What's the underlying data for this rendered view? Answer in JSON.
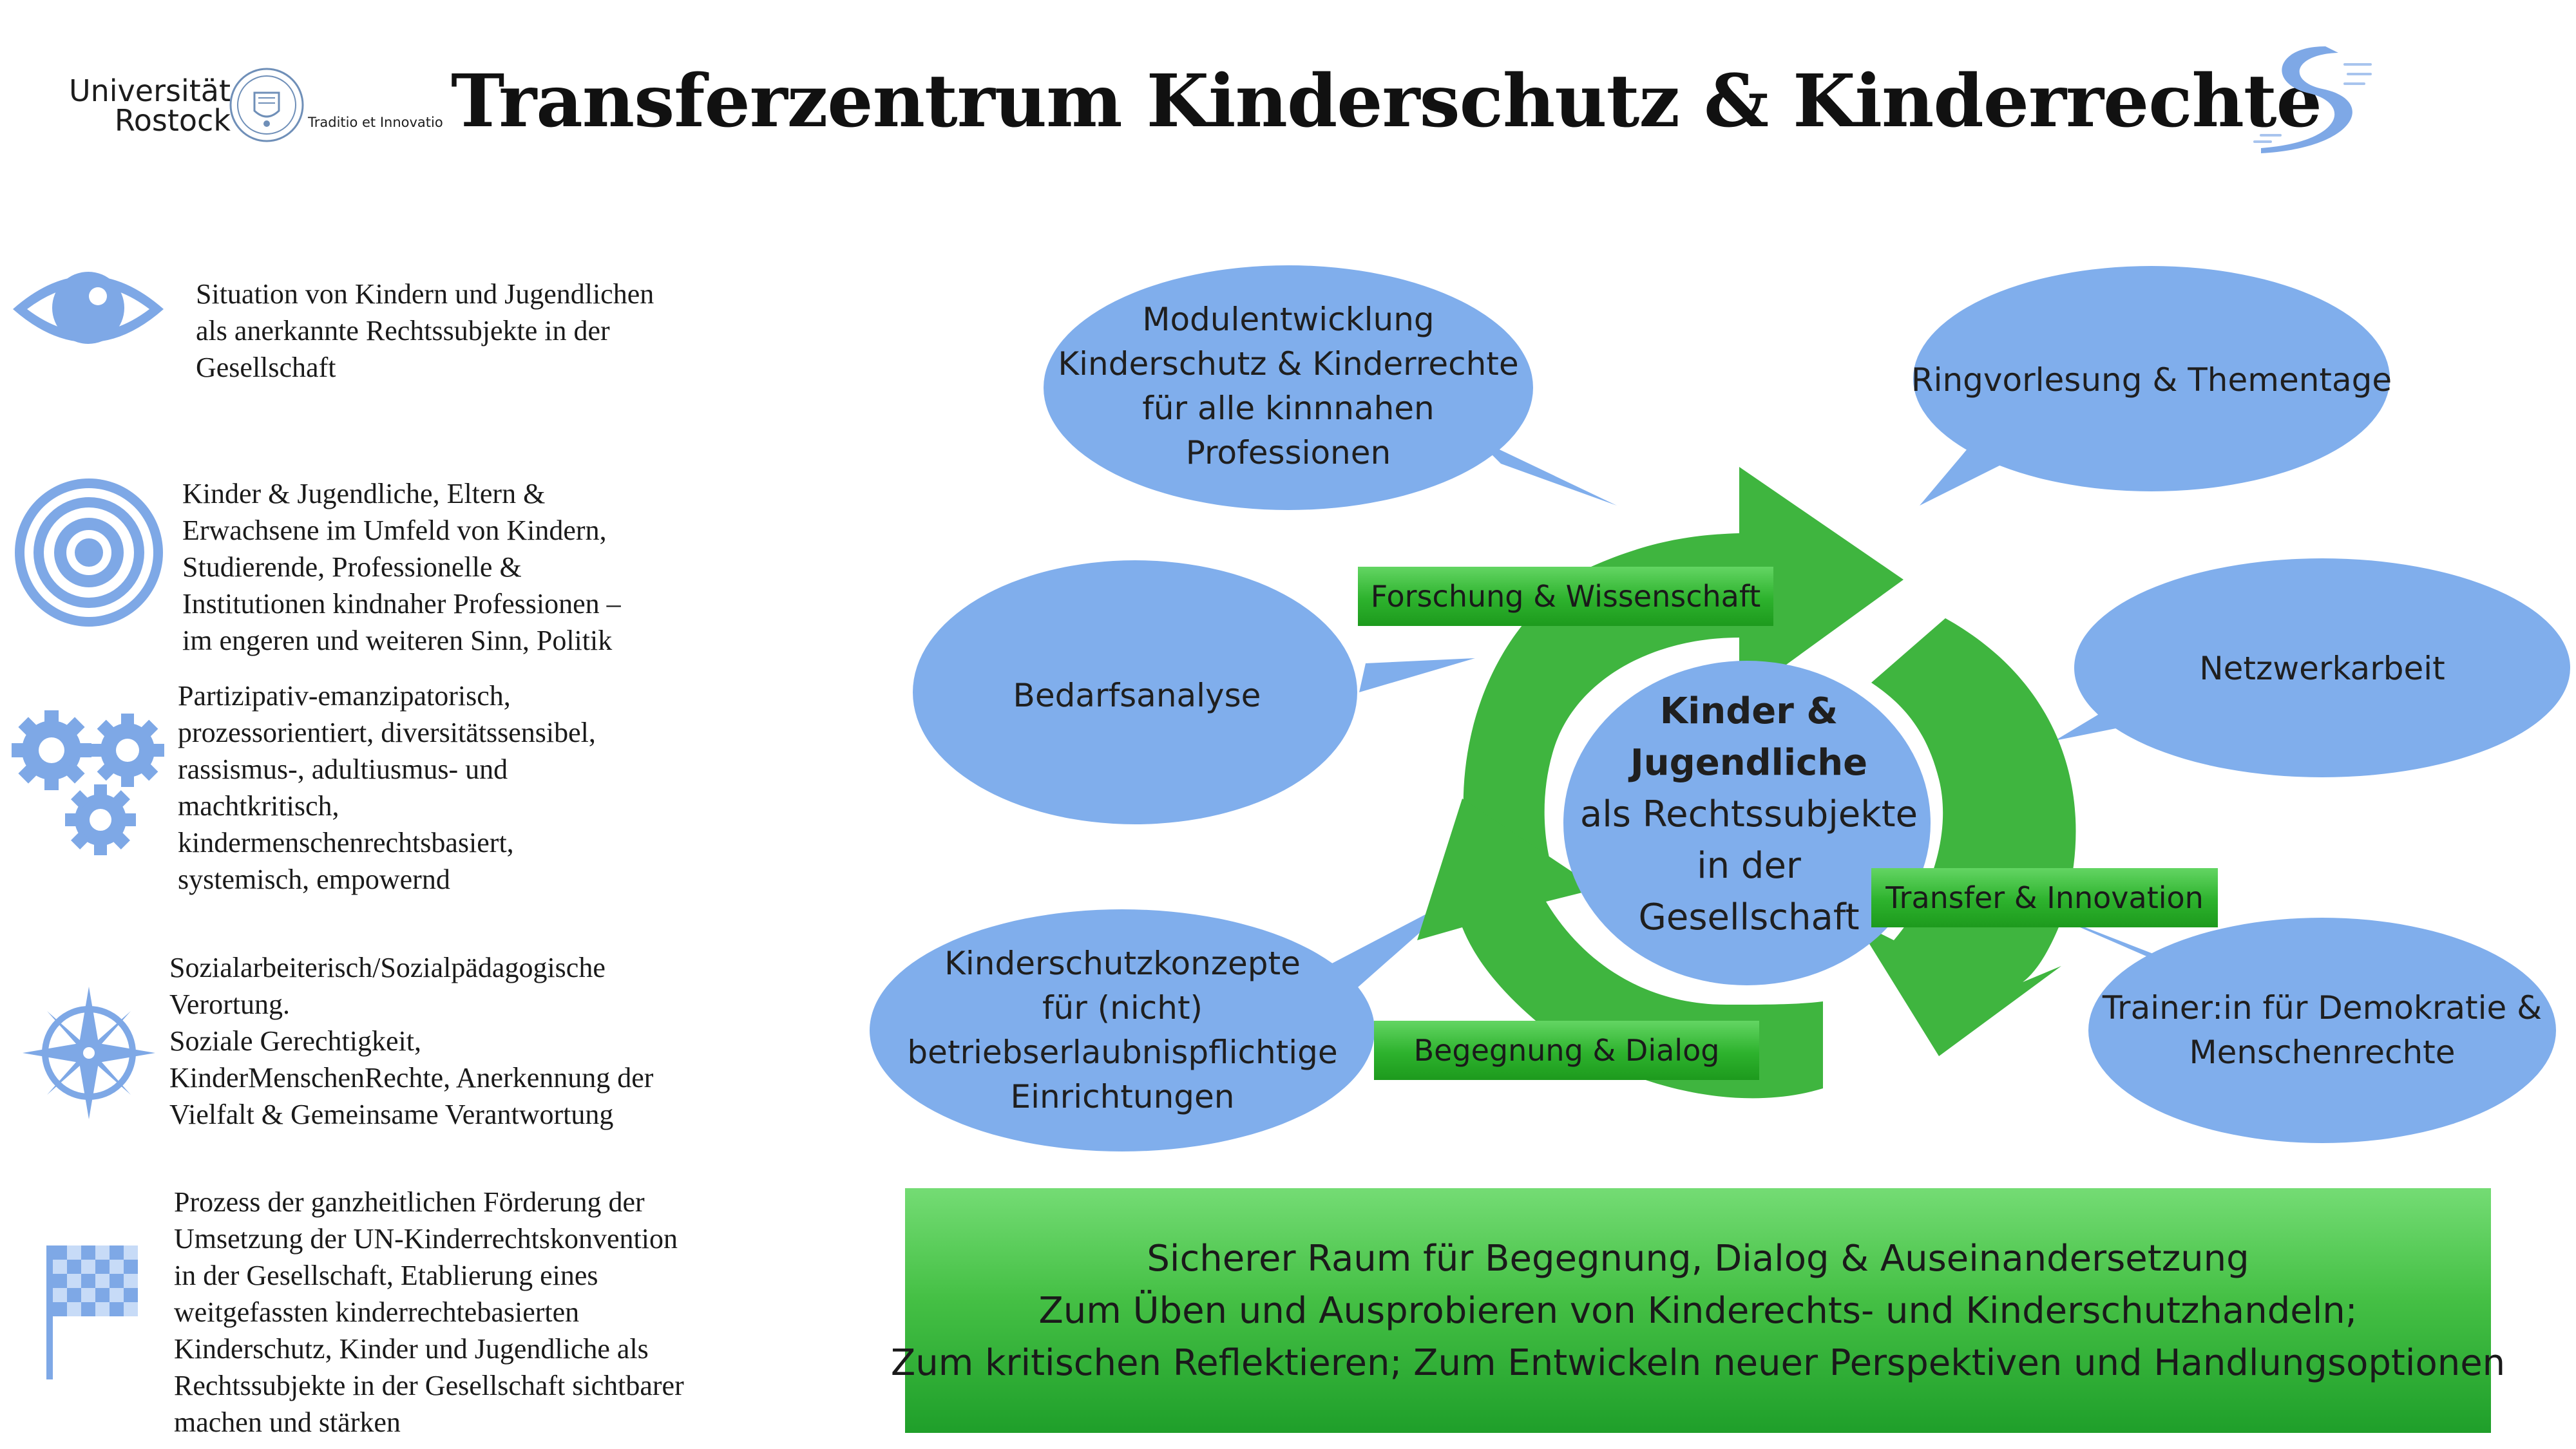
{
  "header": {
    "university_name_line1": "Universität",
    "university_name_line2": "Rostock",
    "university_motto": "Traditio et Innovatio",
    "title": "Transferzentrum Kinderschutz & Kinderrechte",
    "seal_icon": "university-seal-icon",
    "logo_icon": "river-path-logo-icon"
  },
  "left_items": [
    {
      "icon": "eye-icon",
      "lines": [
        "Situation von Kindern und Jugendlichen",
        "als anerkannte Rechtssubjekte in der",
        "Gesellschaft"
      ]
    },
    {
      "icon": "target-icon",
      "lines": [
        "Kinder & Jugendliche, Eltern  &",
        "Erwachsene im Umfeld von Kindern,",
        "Studierende, Professionelle &",
        "Institutionen kindnaher Professionen –",
        "im engeren und weiteren Sinn, Politik"
      ]
    },
    {
      "icon": "gears-icon",
      "lines": [
        "Partizipativ-emanzipatorisch,",
        "prozessorientiert, diversitätssensibel,",
        "rassismus-, adultiusmus-  und",
        "machtkritisch,",
        "kindermenschenrechtsbasiert,",
        "systemisch, empowernd"
      ]
    },
    {
      "icon": "compass-rose-icon",
      "lines": [
        "Sozialarbeiterisch/Sozialpädagogische",
        "Verortung.",
        "Soziale Gerechtigkeit,",
        "KinderMenschenRechte, Anerkennung der",
        "Vielfalt & Gemeinsame Verantwortung"
      ]
    },
    {
      "icon": "checkered-flag-icon",
      "lines": [
        "Prozess der ganzheitlichen Förderung der",
        "Umsetzung der UN-Kinderrechtskonvention",
        "in der Gesellschaft, Etablierung eines",
        "weitgefassten kinderrechtebasierten",
        "Kinderschutz, Kinder und Jugendliche als",
        "Rechtssubjekte in der Gesellschaft sichtbarer",
        "machen und stärken"
      ]
    }
  ],
  "bubbles": [
    {
      "id": "modulentwicklung",
      "lines": [
        "Modulentwicklung",
        "Kinderschutz & Kinderrechte",
        "für alle kinnnahen",
        "Professionen"
      ]
    },
    {
      "id": "ringvorlesung",
      "lines": [
        "Ringvorlesung & Thementage"
      ]
    },
    {
      "id": "bedarfsanalyse",
      "lines": [
        "Bedarfsanalyse"
      ]
    },
    {
      "id": "netzwerkarbeit",
      "lines": [
        "Netzwerkarbeit"
      ]
    },
    {
      "id": "kinderschutzkonzepte",
      "lines": [
        "Kinderschutzkonzepte",
        "für (nicht)",
        "betriebserlaubnispflichtige",
        "Einrichtungen"
      ]
    },
    {
      "id": "trainer",
      "lines": [
        "Trainer:in für Demokratie &",
        "Menschenrechte"
      ]
    }
  ],
  "center": {
    "bold_lines": [
      "Kinder &",
      "Jugendliche"
    ],
    "lines": [
      "als Rechtssubjekte",
      "in der",
      "Gesellschaft"
    ]
  },
  "cycle_labels": {
    "forschung": "Forschung & Wissenschaft",
    "transfer": "Transfer & Innovation",
    "begegnung": "Begegnung & Dialog"
  },
  "bottom_box": {
    "lines": [
      "Sicherer Raum für Begegnung, Dialog & Auseinandersetzung",
      "Zum Üben und Ausprobieren von Kinderechts- und Kinderschutzhandeln;",
      "Zum kritischen Reflektieren; Zum Entwickeln neuer Perspektiven und Handlungsoptionen"
    ]
  },
  "colors": {
    "bubble_blue": "#80aeec",
    "icon_blue": "#7ea8e6",
    "arrow_green": "#3fb53f",
    "arrow_green_dark": "#2f9f2f",
    "label_green": "#35b535"
  }
}
